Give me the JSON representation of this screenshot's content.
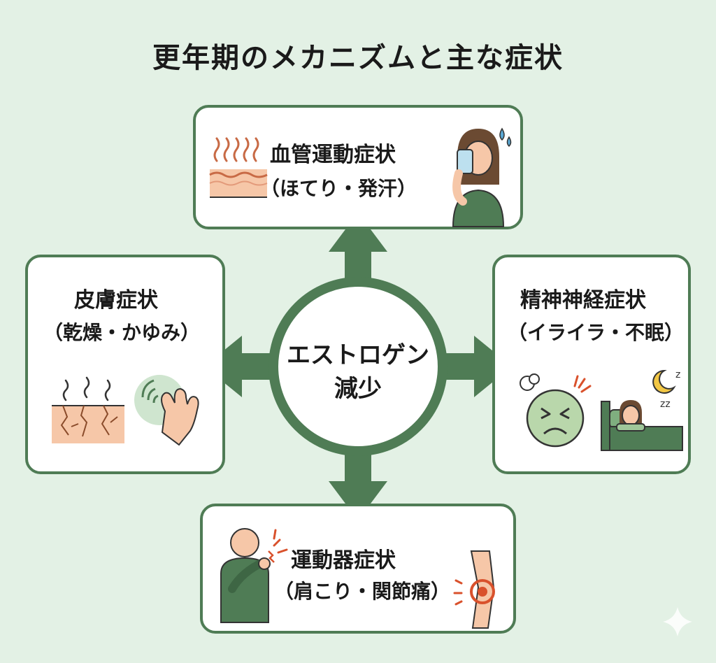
{
  "title": "更年期のメカニズムと主な症状",
  "center": {
    "line1": "エストロゲン",
    "line2": "減少"
  },
  "boxes": {
    "top": {
      "heading": "血管運動症状",
      "sub": "（ほてり・発汗）"
    },
    "left": {
      "heading": "皮膚症状",
      "sub": "（乾燥・かゆみ）"
    },
    "right": {
      "heading": "精神神経症状",
      "sub": "（イライラ・不眠）"
    },
    "bottom": {
      "heading": "運動器症状",
      "sub": "（肩こり・関節痛）"
    }
  },
  "icons": {
    "top": [
      "heat-waves-skin-icon",
      "sweating-woman-icon"
    ],
    "left": [
      "dry-cracked-skin-icon",
      "itchy-hand-icon"
    ],
    "right": [
      "irritated-face-icon",
      "sleepless-woman-icon"
    ],
    "bottom": [
      "shoulder-pain-icon",
      "knee-pain-icon"
    ],
    "corner": "sparkle-icon"
  },
  "colors": {
    "accent": "#4f7c55",
    "background": "#e3f1e5",
    "skin": "#f6c7a8",
    "pain": "#d9512c"
  }
}
